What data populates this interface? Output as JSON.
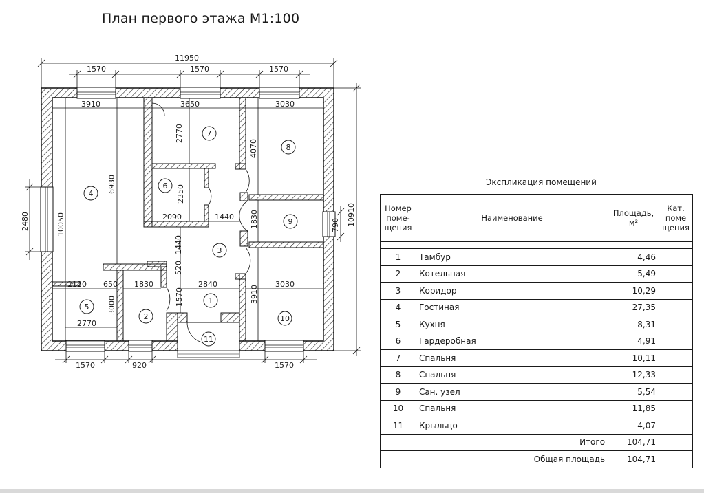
{
  "title": "План первого этажа М1:100",
  "dimensions": {
    "overall_width": "11950",
    "overall_height": "10910",
    "left_height": "2480",
    "right_small": "790",
    "top_windows": [
      "1570",
      "1570",
      "1570"
    ],
    "bottom_windows": [
      "1570",
      "920",
      "1570"
    ],
    "inner": [
      "3910",
      "3650",
      "3030",
      "2770",
      "4070",
      "6930",
      "10050",
      "2350",
      "2090",
      "1440",
      "1830",
      "1440",
      "520",
      "2120",
      "650",
      "1830",
      "2840",
      "3030",
      "3000",
      "1570",
      "3910",
      "2770"
    ]
  },
  "rooms": [
    "1",
    "2",
    "3",
    "4",
    "5",
    "6",
    "7",
    "8",
    "9",
    "10",
    "11"
  ],
  "explication": {
    "title": "Экспликация помещений",
    "headers": {
      "number": "Номер поме-щения",
      "name": "Наименование",
      "area": "Площадь, м²",
      "category": "Кат. поме щения"
    },
    "rows": [
      {
        "no": "1",
        "name": "Тамбур",
        "area": "4,46"
      },
      {
        "no": "2",
        "name": "Котельная",
        "area": "5,49"
      },
      {
        "no": "3",
        "name": "Коридор",
        "area": "10,29"
      },
      {
        "no": "4",
        "name": "Гостиная",
        "area": "27,35"
      },
      {
        "no": "5",
        "name": "Кухня",
        "area": "8,31"
      },
      {
        "no": "6",
        "name": "Гардеробная",
        "area": "4,91"
      },
      {
        "no": "7",
        "name": "Спальня",
        "area": "10,11"
      },
      {
        "no": "8",
        "name": "Спальня",
        "area": "12,33"
      },
      {
        "no": "9",
        "name": "Сан. узел",
        "area": "5,54"
      },
      {
        "no": "10",
        "name": "Спальня",
        "area": "11,85"
      },
      {
        "no": "11",
        "name": "Крыльцо",
        "area": "4,07"
      }
    ],
    "total_label": "Итого",
    "total_value": "104,71",
    "overall_label": "Общая площадь",
    "overall_value": "104,71"
  }
}
